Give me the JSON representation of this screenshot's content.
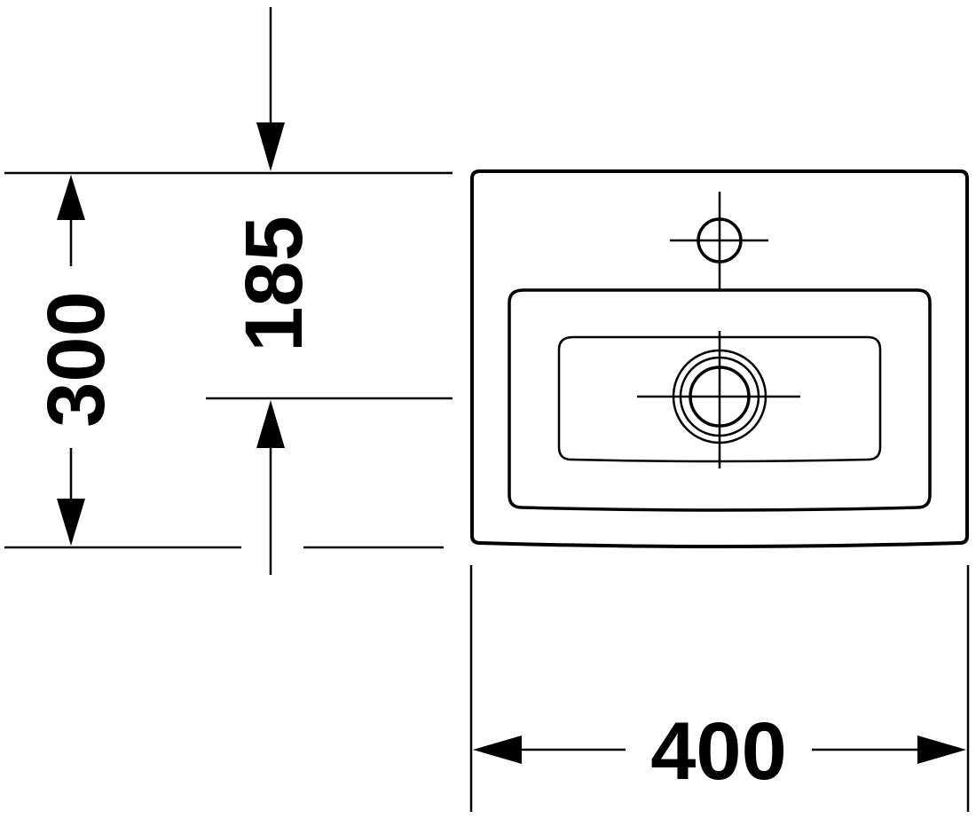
{
  "drawing": {
    "dimensions": {
      "total_depth": "300",
      "drain_offset": "185",
      "width": "400"
    },
    "colors": {
      "line": "#000000",
      "background": "#ffffff"
    }
  }
}
